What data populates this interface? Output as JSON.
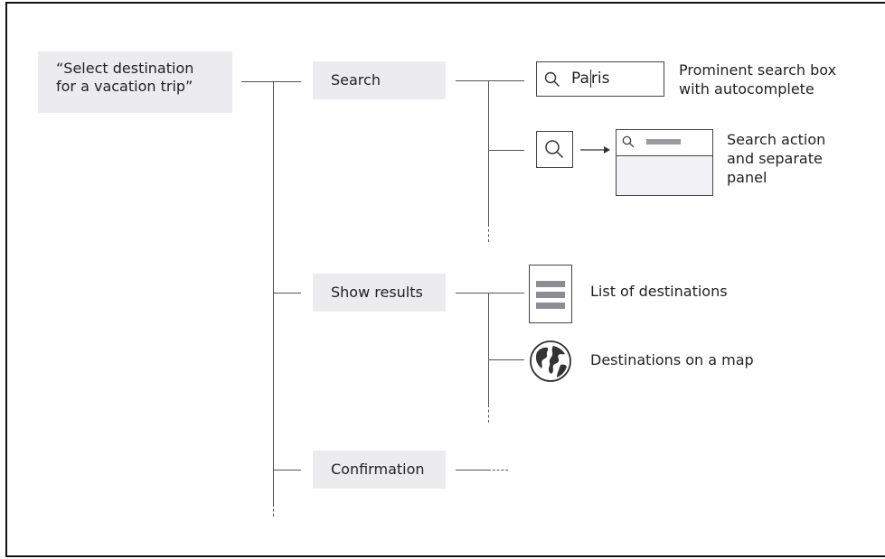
{
  "goal": {
    "line1": "“Select destination",
    "line2": "for a vacation trip”"
  },
  "steps": {
    "search": "Search",
    "results": "Show results",
    "confirmation": "Confirmation"
  },
  "options": {
    "search_box": {
      "typed_before_caret": "Pa",
      "typed_after_caret": "ris",
      "label_line1": "Prominent search box",
      "label_line2": "with autocomplete"
    },
    "search_panel": {
      "label_line1": "Search action",
      "label_line2": "and separate",
      "label_line3": "panel"
    },
    "list": {
      "label": "List of destinations"
    },
    "map": {
      "label": "Destinations on a map"
    }
  },
  "icons": {
    "search": "magnifier-icon",
    "arrow": "arrow-right-icon",
    "list": "list-icon",
    "globe": "globe-icon"
  },
  "colors": {
    "box_fill": "#ececee",
    "line": "#555555",
    "placeholder_bar": "#9a9aa2"
  }
}
